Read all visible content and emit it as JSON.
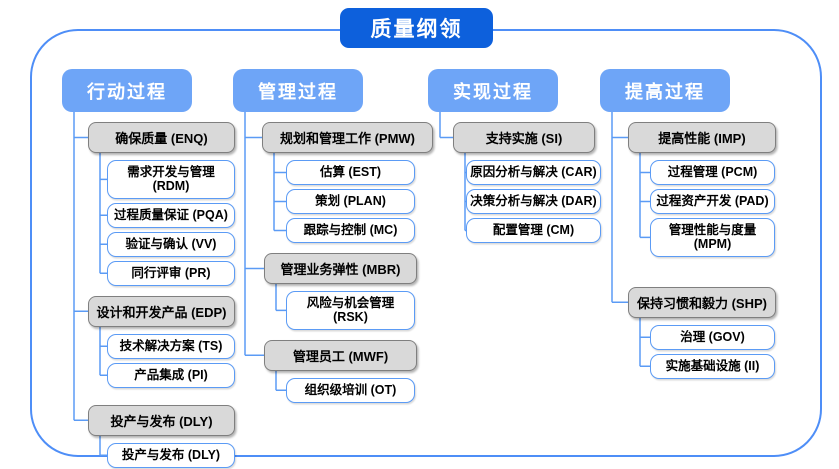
{
  "title": "质量纲领",
  "colors": {
    "title_bg": "#0D60DC",
    "header_bg": "#6EA5F7",
    "connector": "#5B9BF5",
    "frame_border": "#4E8EF7",
    "gray_node_fill": "#D9D9D9",
    "gray_node_border": "#7F7F7F",
    "white_node_border": "#5B9BF5"
  },
  "columns": [
    {
      "label": "行动过程",
      "groups": [
        {
          "label": "确保质量 (ENQ)",
          "children": [
            "需求开发与管理 (RDM)",
            "过程质量保证 (PQA)",
            "验证与确认 (VV)",
            "同行评审 (PR)"
          ]
        },
        {
          "label": "设计和开发产品 (EDP)",
          "children": [
            "技术解决方案 (TS)",
            "产品集成 (PI)"
          ]
        },
        {
          "label": "投产与发布 (DLY)",
          "children": [
            "投产与发布 (DLY)"
          ]
        }
      ]
    },
    {
      "label": "管理过程",
      "groups": [
        {
          "label": "规划和管理工作 (PMW)",
          "children": [
            "估算 (EST)",
            "策划 (PLAN)",
            "跟踪与控制 (MC)"
          ]
        },
        {
          "label": "管理业务弹性 (MBR)",
          "children": [
            "风险与机会管理 (RSK)"
          ]
        },
        {
          "label": "管理员工 (MWF)",
          "children": [
            "组织级培训 (OT)"
          ]
        }
      ]
    },
    {
      "label": "实现过程",
      "groups": [
        {
          "label": "支持实施 (SI)",
          "children": [
            "原因分析与解决 (CAR)",
            "决策分析与解决 (DAR)",
            "配置管理 (CM)"
          ]
        }
      ]
    },
    {
      "label": "提高过程",
      "groups": [
        {
          "label": "提高性能 (IMP)",
          "children": [
            "过程管理 (PCM)",
            "过程资产开发 (PAD)",
            "管理性能与度量 (MPM)"
          ]
        },
        {
          "label": "保持习惯和毅力 (SHP)",
          "children": [
            "治理 (GOV)",
            "实施基础设施 (II)"
          ]
        }
      ]
    }
  ]
}
